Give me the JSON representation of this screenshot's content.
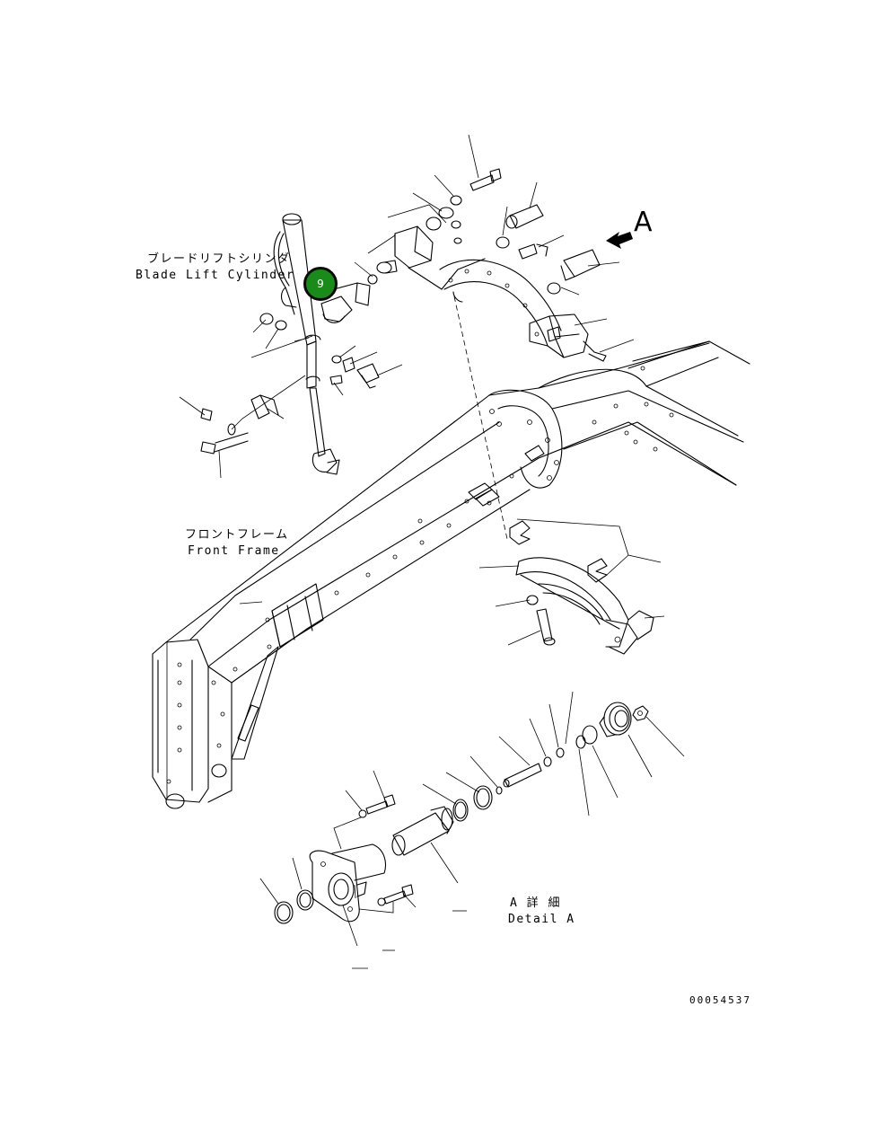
{
  "labels": {
    "blade_lift_cylinder_jp": "ブレードリフトシリンダ",
    "blade_lift_cylinder_en": "Blade Lift Cylinder",
    "front_frame_jp": "フロントフレーム",
    "front_frame_en": "Front Frame",
    "view_marker": "A",
    "detail_a_jp": "A 詳 細",
    "detail_a_en": "Detail A",
    "drawing_number": "00054537"
  },
  "callout": {
    "number": "9",
    "color": "#1a8a1a"
  }
}
